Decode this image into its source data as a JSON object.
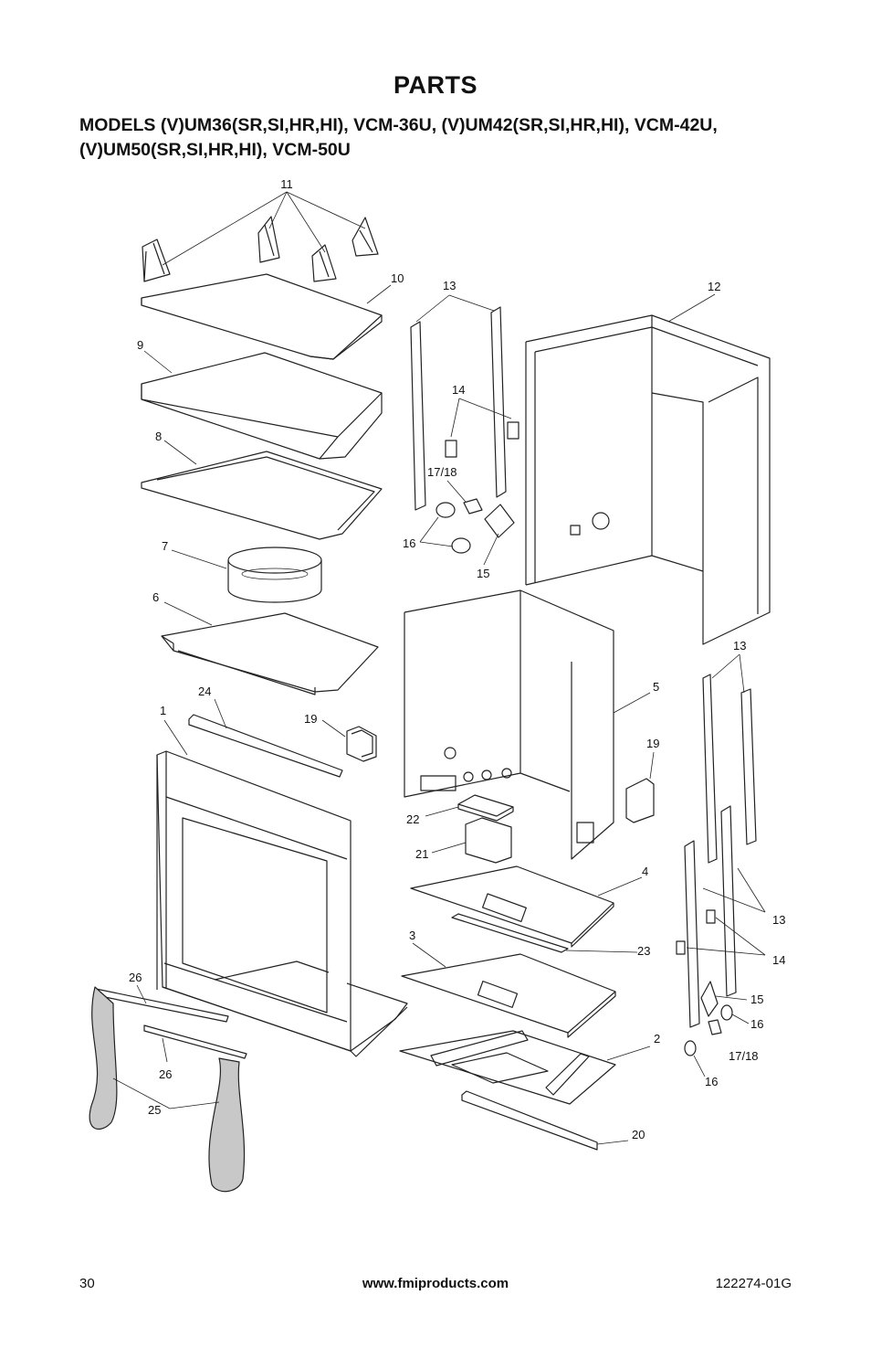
{
  "page": {
    "title": "PARTS",
    "subtitle_line1": "MODELS (V)UM36(SR,SI,HR,HI), VCM-36U, (V)UM42(SR,SI,HR,HI), VCM-42U,",
    "subtitle_line2": "(V)UM50(SR,SI,HR,HI), VCM-50U",
    "page_number": "30",
    "website": "www.fmiproducts.com",
    "doc_number": "122274-01G"
  },
  "callouts": {
    "c11": "11",
    "c10": "10",
    "c9": "9",
    "c8": "8",
    "c7": "7",
    "c6": "6",
    "c24": "24",
    "c1": "1",
    "c19a": "19",
    "c19b": "19",
    "c13a": "13",
    "c13b": "13",
    "c13c": "13",
    "c12": "12",
    "c14a": "14",
    "c14b": "14",
    "c1718a": "17/18",
    "c1718b": "17/18",
    "c16a": "16",
    "c16b": "16",
    "c16c": "16",
    "c15a": "15",
    "c15b": "15",
    "c5": "5",
    "c22": "22",
    "c21": "21",
    "c4": "4",
    "c23": "23",
    "c3": "3",
    "c2": "2",
    "c20": "20",
    "c26a": "26",
    "c26b": "26",
    "c25": "25"
  }
}
